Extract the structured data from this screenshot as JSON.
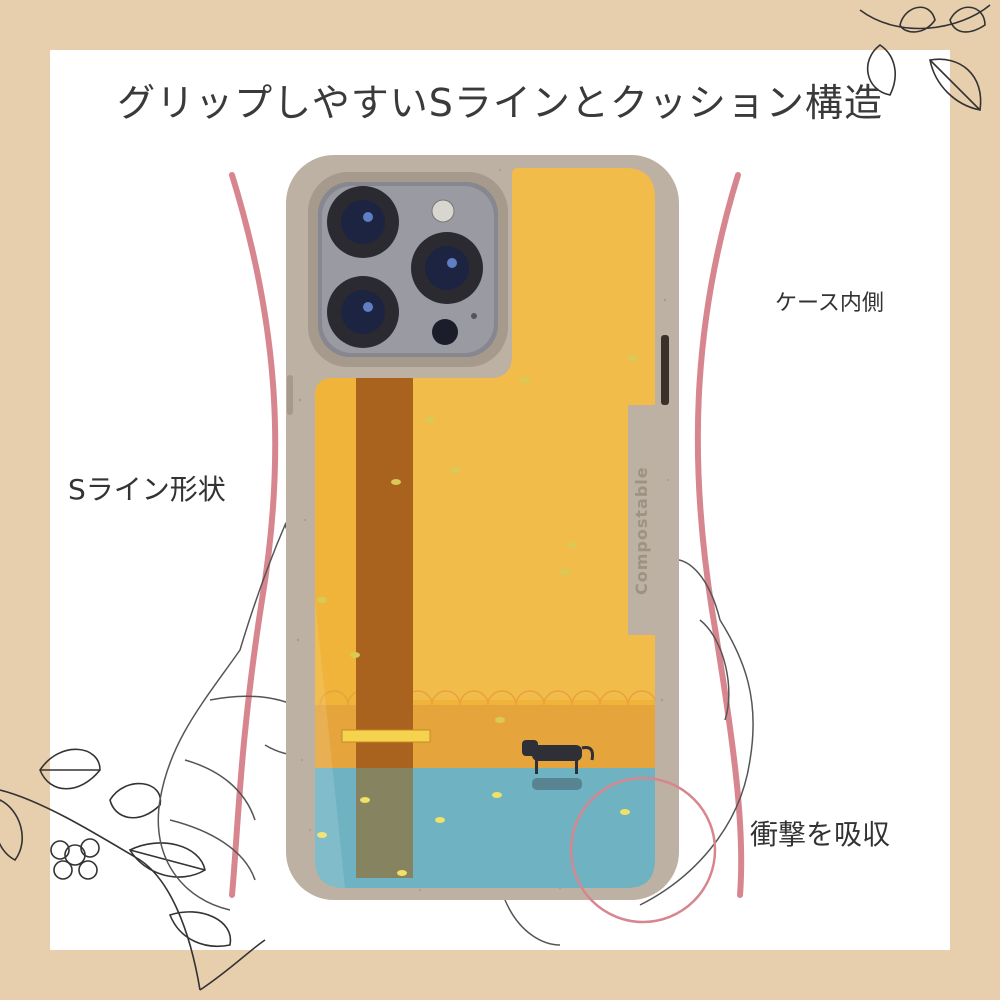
{
  "title": "グリップしやすいSラインとクッション構造",
  "labels": {
    "inner": "ケース内側",
    "s_line": "Sライン形状",
    "absorb": "衝撃を吸収"
  },
  "case_print": "Compostable",
  "colors": {
    "background": "#e7cfae",
    "panel": "#ffffff",
    "case_beige": "#bdb1a3",
    "art_yellow": "#f0b43a",
    "art_brown": "#a9631f",
    "art_water": "#6fb3c2",
    "accent_pink": "#d7868f"
  }
}
